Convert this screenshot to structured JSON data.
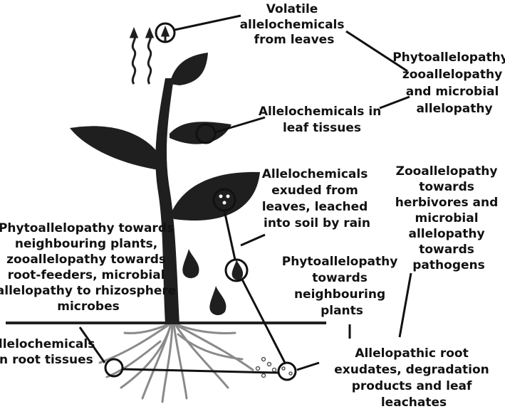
{
  "labels": {
    "volatile": [
      "Volatile",
      "allelochemicals",
      "from leaves"
    ],
    "types_top": [
      "Phytoallelopathy,",
      "zooallelopathy",
      "and microbial",
      "allelopathy"
    ],
    "leaf_tissues": [
      "Allelochemicals in",
      "leaf tissues"
    ],
    "exuded": [
      "Allelochemicals",
      "exuded from",
      "leaves, leached",
      "into soil by rain"
    ],
    "zoo_right": [
      "Zooallelopathy",
      "towards",
      "herbivores and",
      "microbial",
      "allelopathy",
      "towards",
      "pathogens"
    ],
    "phyto_neighbours": [
      "Phytoallelopathy",
      "towards",
      "neighbouring",
      "plants"
    ],
    "left_block": [
      "Phytoallelopathy towards",
      "neighbouring plants,",
      "zooallelopathy towards",
      "root-feeders, microbial",
      "allelopathy to rhizosphere",
      "microbes"
    ],
    "root_tissues": [
      "Allelochemicals",
      "in root tissues"
    ],
    "root_exudates": [
      "Allelopathic root",
      "exudates, degradation",
      "products and leaf",
      "leachates"
    ]
  },
  "colors": {
    "plant": "#1f1f1f",
    "text": "#111111",
    "roots": "#8a8a8a",
    "soil_line": "#222222"
  }
}
